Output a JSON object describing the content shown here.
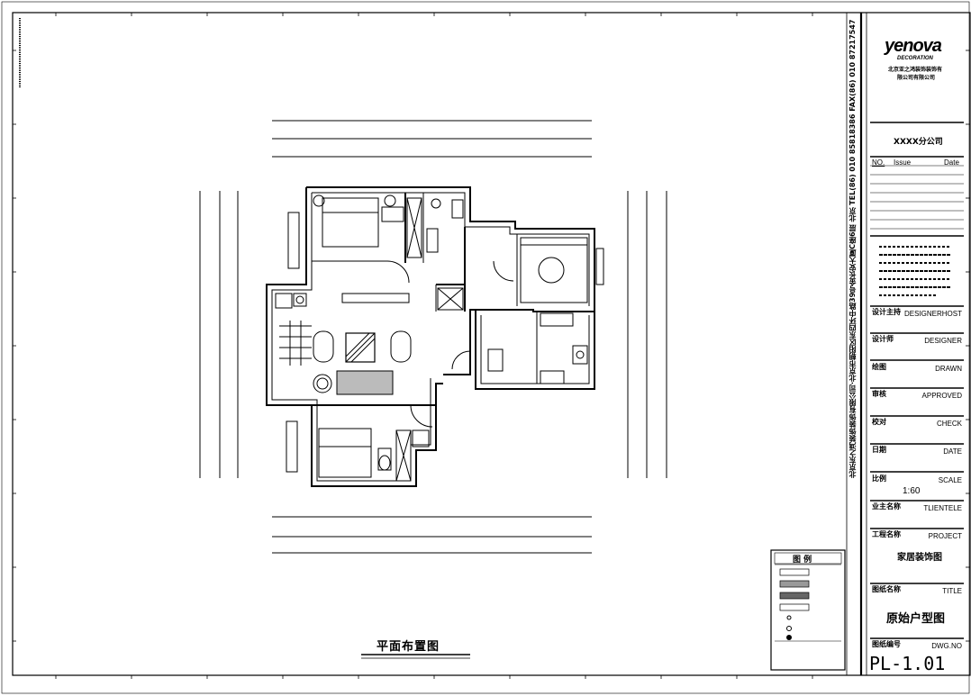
{
  "drawing": {
    "title": "平面布置图"
  },
  "legend": {
    "heading": "图   例"
  },
  "company": {
    "logo_main": "yenova",
    "logo_sub": "DECORATION",
    "name_line1": "北京亚之鸿装饰装饰有",
    "name_line2": "限公司有限公司",
    "branch": "XXXX分公司"
  },
  "vertical_strip": {
    "contact": "北京东之鸿装饰装饰有限公司·北京市朝阳区东四环中路39号金长安大厦C座6层  北京  TEL(86) 010 85818386  FAX(86) 010 87217547"
  },
  "revision": {
    "no_label": "NO.",
    "issue_label": "Issue",
    "date_label": "Date"
  },
  "title_block": {
    "rows": [
      {
        "cn": "设计主持",
        "en": "DESIGNERHOST"
      },
      {
        "cn": "设计师",
        "en": "DESIGNER"
      },
      {
        "cn": "绘图",
        "en": "DRAWN"
      },
      {
        "cn": "审核",
        "en": "APPROVED"
      },
      {
        "cn": "校对",
        "en": "CHECK"
      },
      {
        "cn": "日期",
        "en": "DATE"
      },
      {
        "cn": "比例",
        "en": "SCALE"
      },
      {
        "cn": "业主名称",
        "en": "TLIENTELE"
      },
      {
        "cn": "工程名称",
        "en": "PROJECT"
      },
      {
        "cn": "图纸名称",
        "en": "TITLE"
      },
      {
        "cn": "图纸编号",
        "en": "DWG.NO"
      }
    ],
    "scale_value": "1:60",
    "project_value": "家居装饰图",
    "title_value": "原始户型图",
    "dwg_value": "PL-1.01"
  }
}
